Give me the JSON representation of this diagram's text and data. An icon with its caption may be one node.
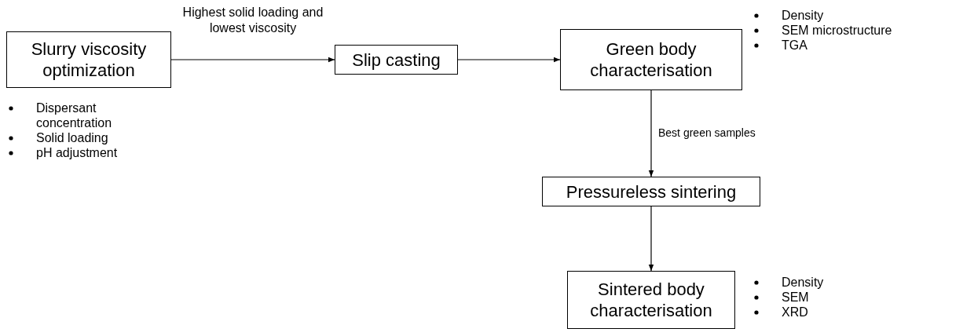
{
  "diagram": {
    "nodes": [
      {
        "text": [
          "Slurry viscosity optimization"
        ],
        "beside": [
          "Dispersant concentration",
          "Solid loading",
          "pH adjustment"
        ]
      },
      {
        "text": [
          "Slip casting"
        ]
      },
      {
        "text": [
          "Green body characterisation"
        ],
        "beside": [
          "Density",
          "SEM microstructure",
          "TGA"
        ]
      },
      {
        "text": [
          "Pressureless sintering"
        ]
      },
      {
        "text": [
          "Sintered body characterisation"
        ],
        "beside": [
          "Density",
          "SEM",
          "XRD"
        ]
      }
    ],
    "edges": [
      {
        "from": 0,
        "to": 1,
        "arrow": "to",
        "label": "Highest solid loading and lowest viscosity"
      },
      {
        "from": 1,
        "to": 2,
        "arrow": "to"
      },
      {
        "from": 2,
        "to": 3,
        "arrow": "to",
        "label": "Best green samples"
      },
      {
        "from": 3,
        "to": 4,
        "arrow": "to"
      }
    ]
  }
}
